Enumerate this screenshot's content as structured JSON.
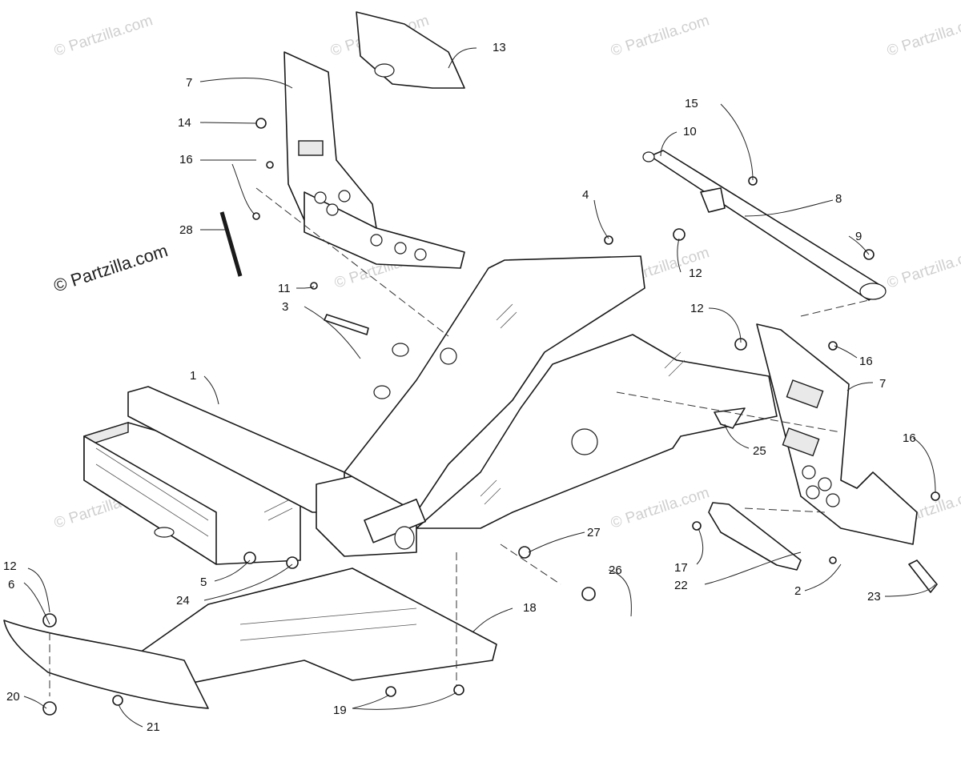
{
  "watermarks": {
    "main": "© Partzilla.com",
    "faint": "© Partzilla.com"
  },
  "callouts": [
    {
      "id": "c1",
      "label": "1"
    },
    {
      "id": "c2",
      "label": "2"
    },
    {
      "id": "c3",
      "label": "3"
    },
    {
      "id": "c4",
      "label": "4"
    },
    {
      "id": "c5",
      "label": "5"
    },
    {
      "id": "c6",
      "label": "6"
    },
    {
      "id": "c7a",
      "label": "7"
    },
    {
      "id": "c7b",
      "label": "7"
    },
    {
      "id": "c8",
      "label": "8"
    },
    {
      "id": "c9",
      "label": "9"
    },
    {
      "id": "c10",
      "label": "10"
    },
    {
      "id": "c11",
      "label": "11"
    },
    {
      "id": "c12a",
      "label": "12"
    },
    {
      "id": "c12b",
      "label": "12"
    },
    {
      "id": "c12c",
      "label": "12"
    },
    {
      "id": "c13",
      "label": "13"
    },
    {
      "id": "c14",
      "label": "14"
    },
    {
      "id": "c15",
      "label": "15"
    },
    {
      "id": "c16a",
      "label": "16"
    },
    {
      "id": "c16b",
      "label": "16"
    },
    {
      "id": "c16c",
      "label": "16"
    },
    {
      "id": "c17",
      "label": "17"
    },
    {
      "id": "c18",
      "label": "18"
    },
    {
      "id": "c19",
      "label": "19"
    },
    {
      "id": "c20",
      "label": "20"
    },
    {
      "id": "c21",
      "label": "21"
    },
    {
      "id": "c22",
      "label": "22"
    },
    {
      "id": "c23",
      "label": "23"
    },
    {
      "id": "c24",
      "label": "24"
    },
    {
      "id": "c25",
      "label": "25"
    },
    {
      "id": "c26",
      "label": "26"
    },
    {
      "id": "c27",
      "label": "27"
    },
    {
      "id": "c28",
      "label": "28"
    }
  ]
}
